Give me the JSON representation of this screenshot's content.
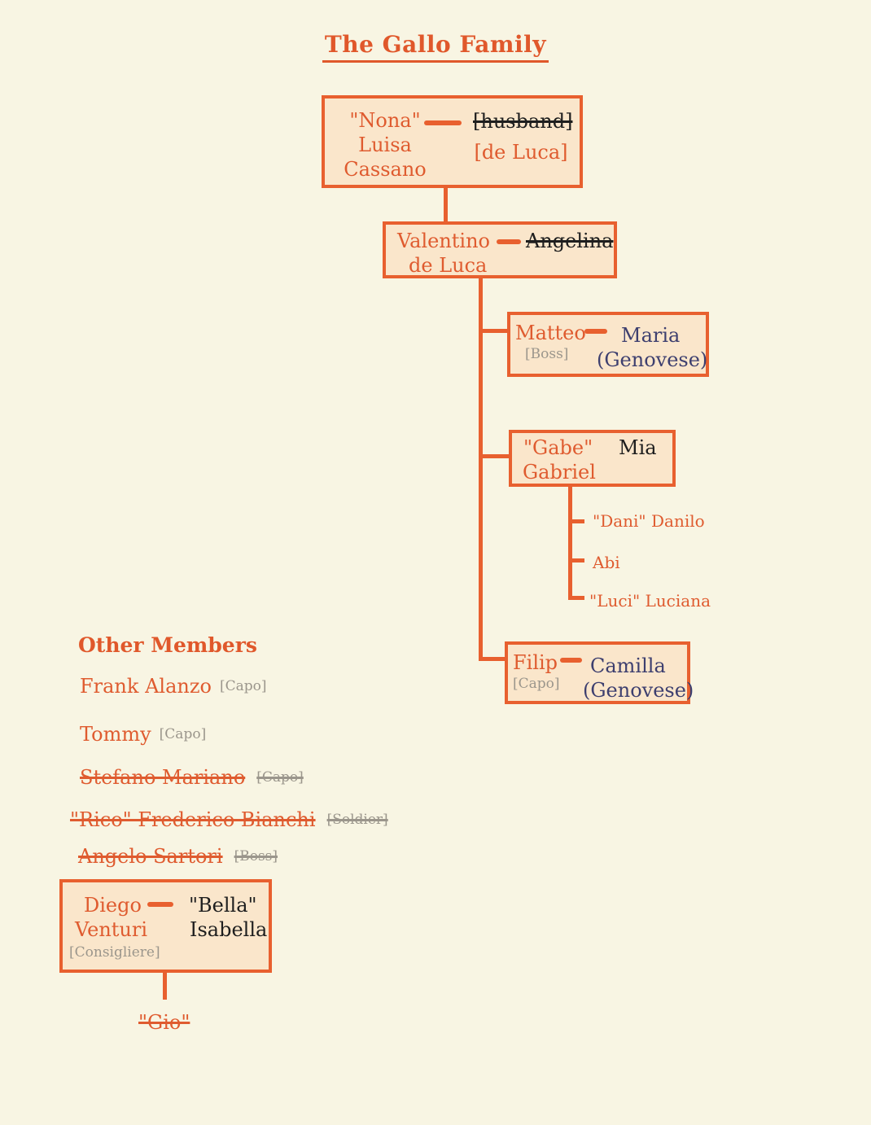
{
  "title": "The Gallo Family",
  "colors": {
    "background": "#F8F5E3",
    "box_fill": "#FAE6CB",
    "accent_orange": "#E8602F",
    "text_orange": "#DF5B2F",
    "spouse_navy": "#3D3F6F",
    "role_gray": "#9B968C",
    "dark_text": "#1E1E1E"
  },
  "nona": {
    "name_line1": "\"Nona\"",
    "name_line2": "Luisa",
    "name_line3": "Cassano",
    "spouse": "[husband]",
    "spouse_deceased": true,
    "note": "[de Luca]"
  },
  "valentino": {
    "name_line1": "Valentino",
    "name_line2": "de Luca",
    "spouse": "Angelina",
    "spouse_deceased": true
  },
  "matteo": {
    "name": "Matteo",
    "role": "[Boss]",
    "spouse_line1": "Maria",
    "spouse_line2": "(Genovese)"
  },
  "gabe": {
    "name_line1": "\"Gabe\"",
    "name_line2": "Gabriel",
    "spouse": "Mia"
  },
  "gabe_children": [
    "\"Dani\" Danilo",
    "Abi",
    "\"Luci\" Luciana"
  ],
  "filip": {
    "name": "Filip",
    "role": "[Capo]",
    "spouse_line1": "Camilla",
    "spouse_line2": "(Genovese)"
  },
  "other": {
    "heading": "Other Members",
    "items": [
      {
        "name": "Frank Alanzo",
        "role": "[Capo]",
        "deceased": false
      },
      {
        "name": "Tommy",
        "role": "[Capo]",
        "deceased": false
      },
      {
        "name": "Stefano Mariano",
        "role": "[Capo]",
        "deceased": true
      },
      {
        "name": "\"Rico\" Frederico Bianchi",
        "role": "[Soldier]",
        "deceased": true
      },
      {
        "name": "Angelo Sartori",
        "role": "[Boss]",
        "deceased": true
      }
    ]
  },
  "diego": {
    "name_line1": "Diego",
    "name_line2": "Venturi",
    "role": "[Consigliere]",
    "spouse_line1": "\"Bella\"",
    "spouse_line2": "Isabella"
  },
  "diego_child": {
    "name": "\"Gio\"",
    "deceased": true
  }
}
